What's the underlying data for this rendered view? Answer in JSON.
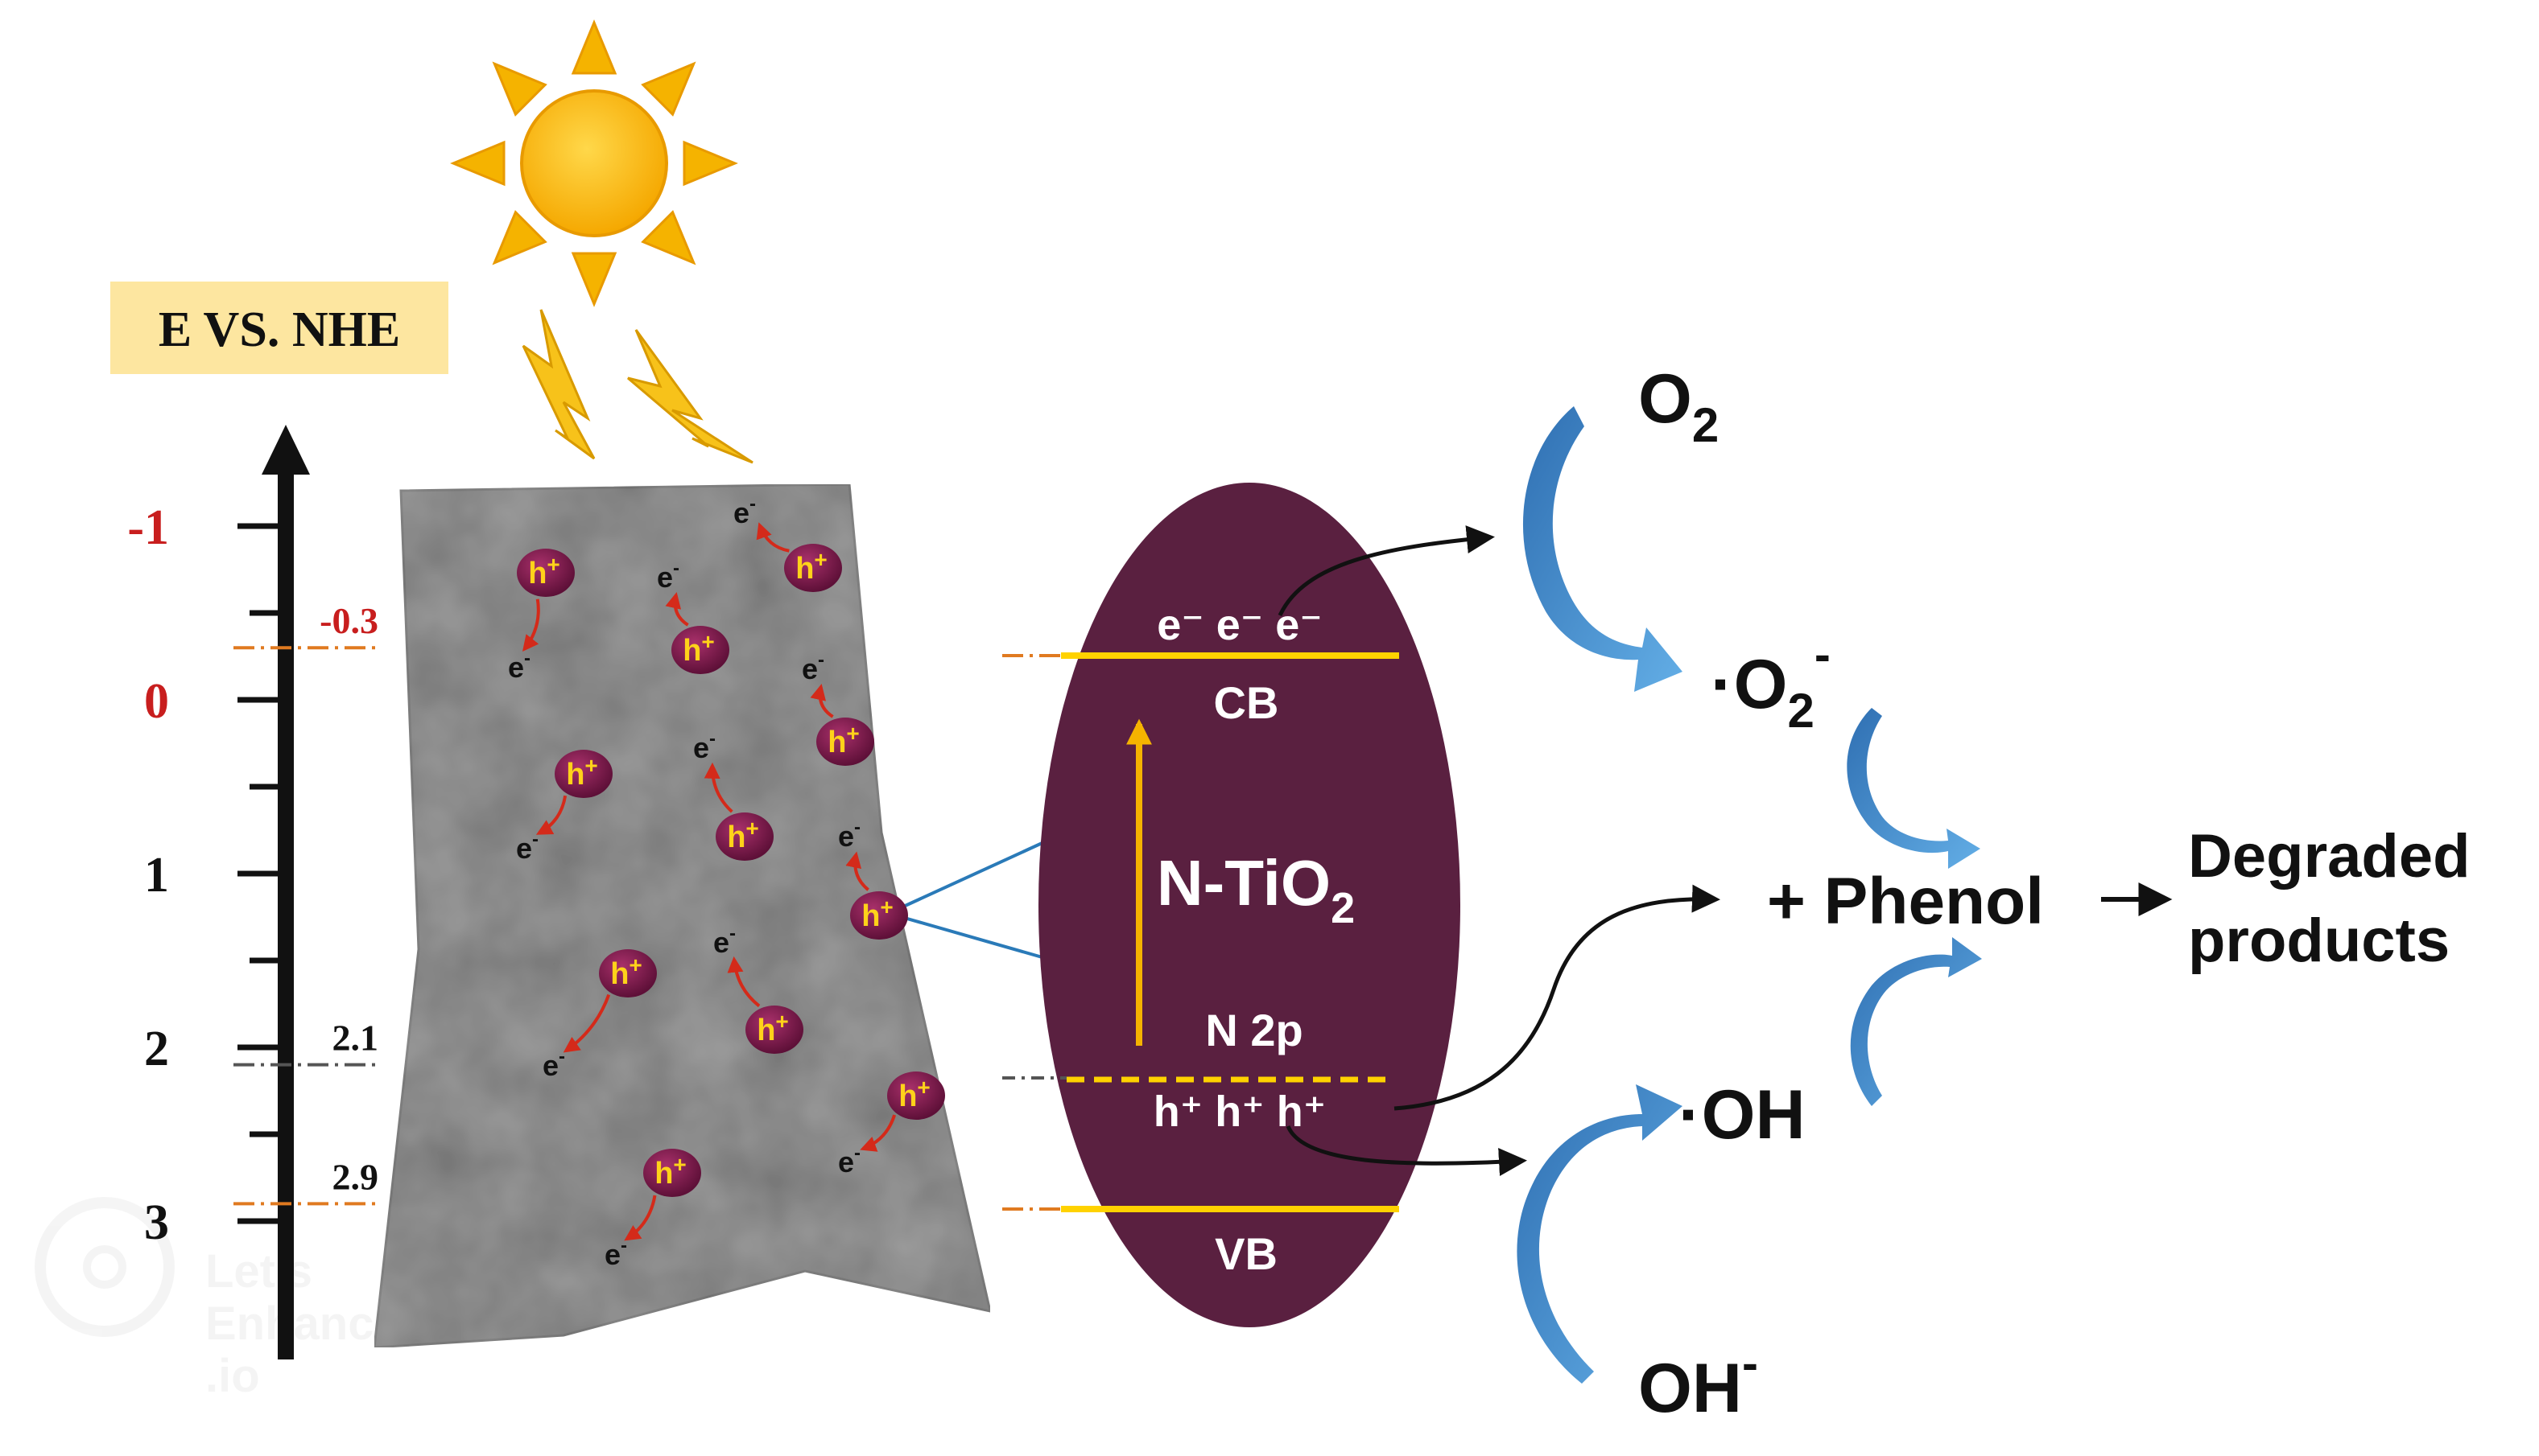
{
  "axis": {
    "title": "E VS. NHE",
    "major_ticks": [
      "-1",
      "0",
      "1",
      "2",
      "3"
    ],
    "levels": [
      {
        "label": "-0.3",
        "value": -0.3
      },
      {
        "label": "2.1",
        "value": 2.1
      },
      {
        "label": "2.9",
        "value": 2.9
      }
    ]
  },
  "particles": {
    "hole_label": "h",
    "hole_sup": "+",
    "electron_label": "e",
    "electron_sup": "-"
  },
  "band": {
    "cb_electrons": "e⁻ e⁻ e⁻",
    "cb_label": "CB",
    "material_main": "N-TiO",
    "material_sub": "2",
    "n2p_label": "N 2p",
    "vb_holes": "h⁺ h⁺ h⁺",
    "vb_label": "VB"
  },
  "species": {
    "o2_main": "O",
    "o2_sub": "2",
    "superoxide_main": "·O",
    "superoxide_sub": "2",
    "superoxide_sup": "-",
    "phenol": "+ Phenol",
    "degraded_line1": "Degraded",
    "degraded_line2": "products",
    "hydroxyl_radical": "·OH",
    "hydroxide_main": "OH",
    "hydroxide_sup": "-"
  },
  "watermark": {
    "line1": "Let's",
    "line2": "Enhance",
    "line3": ".io"
  },
  "colors": {
    "background": "#ffffff",
    "axis_title_bg": "#fde6a0",
    "axis_red_label": "#c81e1e",
    "sun": "#f5b300",
    "sun_outline": "#f0a000",
    "semiconductor": "#9a9a9a",
    "particle": "#7a1a4a",
    "particle_text": "#ffd21a",
    "ellipse": "#5a2040",
    "band_line": "#ffd200",
    "orange_dash": "#e07a20",
    "blue_arrow": "#3a7fc0",
    "connector": "#2a7ab8"
  }
}
